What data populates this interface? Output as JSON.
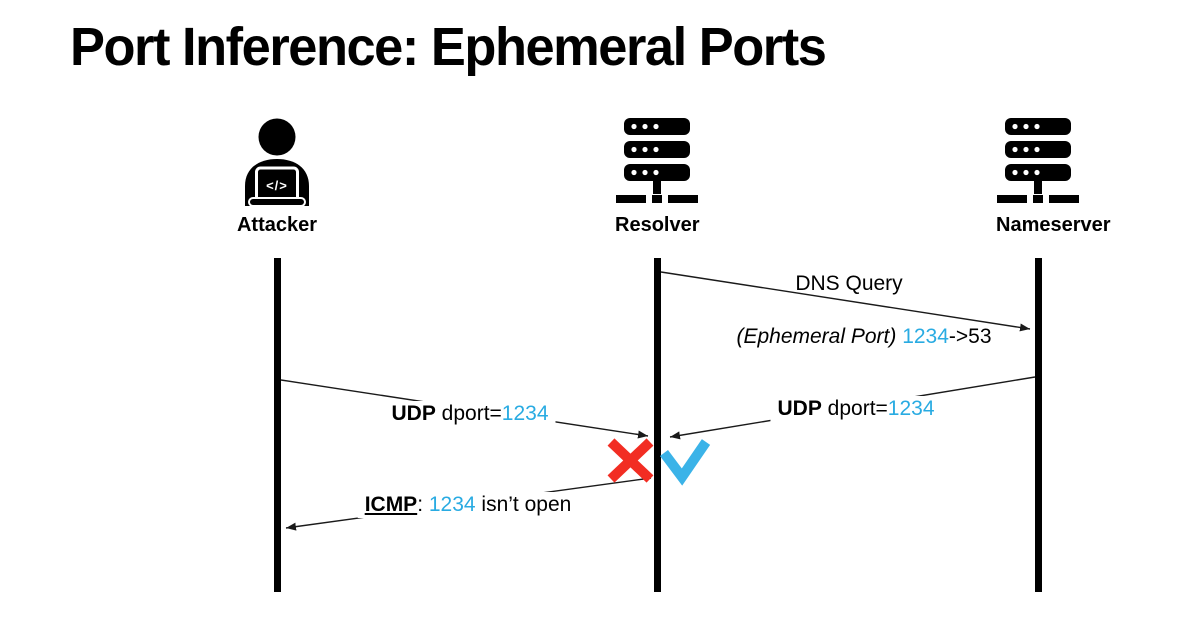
{
  "title": "Port Inference: Ephemeral Ports",
  "palette": {
    "port_blue": "#29ABE2",
    "check_blue": "#3BB3E8",
    "cross_red": "#F22D23",
    "ink": "#000000"
  },
  "actors": {
    "attacker": {
      "label": "Attacker",
      "icon": "attacker-laptop-icon",
      "laptop_glyph": "</>"
    },
    "resolver": {
      "label": "Resolver",
      "icon": "server-stack-icon"
    },
    "nameserver": {
      "label": "Nameserver",
      "icon": "server-stack-icon"
    }
  },
  "messages": {
    "dns_query": {
      "title": "DNS Query",
      "detail_prefix": "(Ephemeral Port) ",
      "detail_port": "1234",
      "detail_suffix": "->53"
    },
    "udp_probe": {
      "protocol": "UDP",
      "field": " dport=",
      "port": "1234"
    },
    "udp_reply": {
      "protocol": "UDP",
      "field": " dport=",
      "port": "1234"
    },
    "icmp_reply": {
      "protocol": "ICMP",
      "separator": ": ",
      "port": "1234",
      "suffix": " isn’t open"
    }
  },
  "marks": {
    "closed_port": "x-mark",
    "open_port": "check-mark"
  }
}
